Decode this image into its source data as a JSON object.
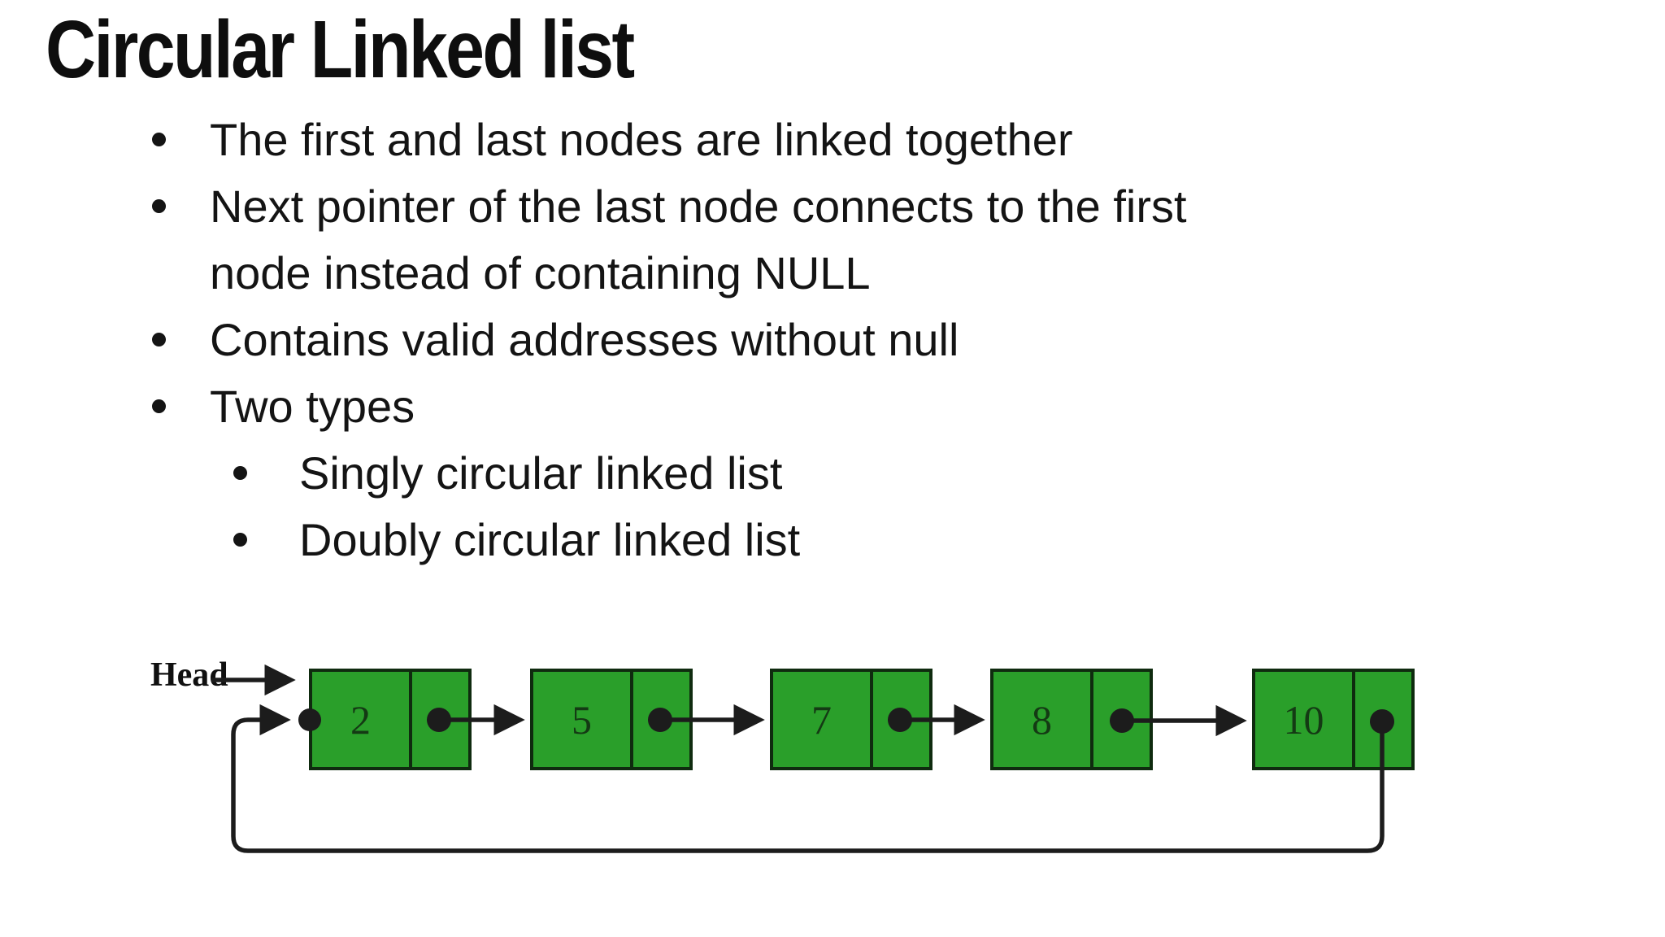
{
  "slide": {
    "title": "Circular Linked list",
    "background": "#ffffff",
    "text_color": "#141414",
    "bullets": [
      {
        "level": 1,
        "marker": true,
        "text": "The first and last nodes are linked together"
      },
      {
        "level": 1,
        "marker": true,
        "text": "Next pointer of the last node connects to the first"
      },
      {
        "level": 1,
        "marker": false,
        "text": "node instead of containing NULL"
      },
      {
        "level": 1,
        "marker": true,
        "text": "Contains valid addresses without null"
      },
      {
        "level": 1,
        "marker": true,
        "text": "Two types"
      },
      {
        "level": 2,
        "marker": true,
        "text": "Singly circular linked list"
      },
      {
        "level": 2,
        "marker": true,
        "text": "Doubly circular linked list"
      }
    ]
  },
  "diagram": {
    "head_label": "Head",
    "description": "Singly circular linked list of five nodes; each node has a data cell and a next-pointer cell; the last node's pointer loops back to the first node",
    "nodes": [
      {
        "value": "2"
      },
      {
        "value": "5"
      },
      {
        "value": "7"
      },
      {
        "value": "8"
      },
      {
        "value": "10"
      }
    ],
    "colors": {
      "node_fill": "#2a9f2a",
      "node_border": "#0f2b0f",
      "line": "#1c1c1c",
      "value_text": "#143a14"
    }
  }
}
